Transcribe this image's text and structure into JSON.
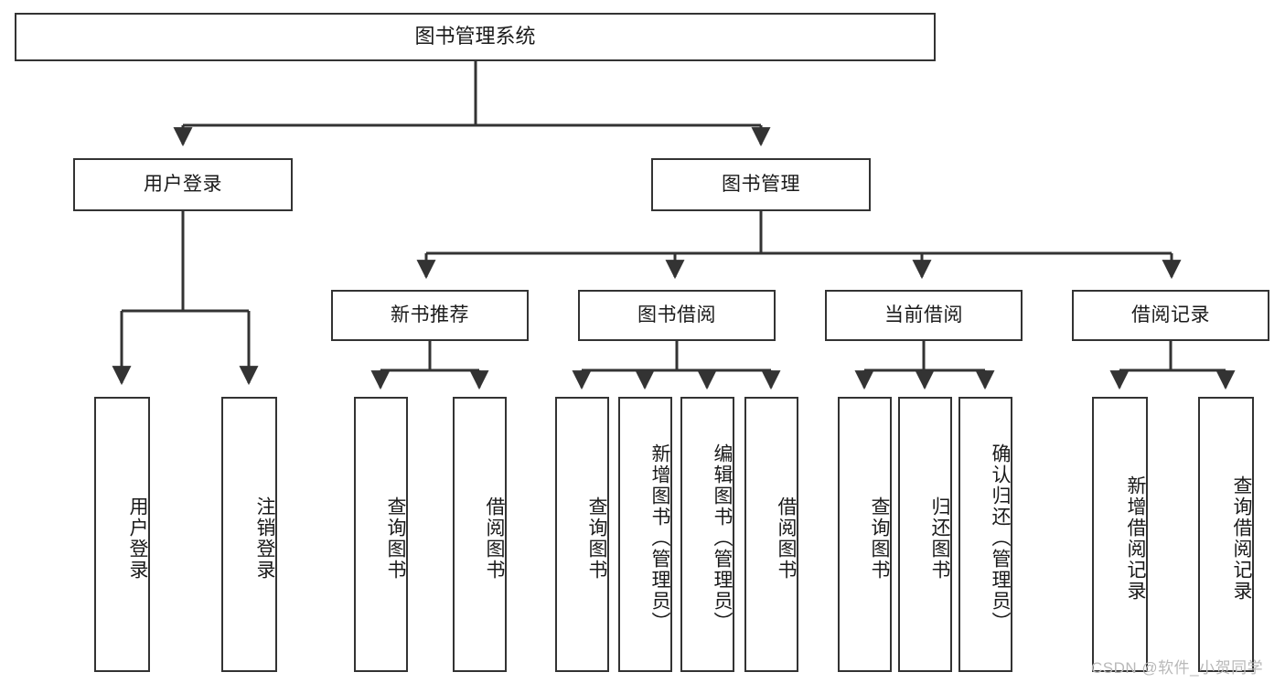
{
  "diagram": {
    "type": "tree-hierarchy",
    "title": "图书管理系统",
    "orientation": "top-down",
    "nodes": {
      "root": {
        "label": "图书管理系统",
        "level": 0
      },
      "user_login": {
        "label": "用户登录",
        "level": 1
      },
      "book_manage": {
        "label": "图书管理",
        "level": 1
      },
      "new_book_rec": {
        "label": "新书推荐",
        "level": 2
      },
      "book_borrow": {
        "label": "图书借阅",
        "level": 2
      },
      "current_borrow": {
        "label": "当前借阅",
        "level": 2
      },
      "borrow_record": {
        "label": "借阅记录",
        "level": 2
      },
      "leaf_user_login": {
        "label": "用户登录",
        "level": 2
      },
      "leaf_user_logout": {
        "label": "注销登录",
        "level": 2
      },
      "leaf_query_book_1": {
        "label": "查询图书",
        "level": 3
      },
      "leaf_borrow_book_1": {
        "label": "借阅图书",
        "level": 3
      },
      "leaf_query_book_2": {
        "label": "查询图书",
        "level": 3
      },
      "leaf_add_book": {
        "label": "新增图书（管理员）",
        "level": 3
      },
      "leaf_edit_book": {
        "label": "编辑图书（管理员）",
        "level": 3
      },
      "leaf_borrow_book_2": {
        "label": "借阅图书",
        "level": 3
      },
      "leaf_query_book_3": {
        "label": "查询图书",
        "level": 3
      },
      "leaf_return_book": {
        "label": "归还图书",
        "level": 3
      },
      "leaf_confirm_return": {
        "label": "确认归还（管理员）",
        "level": 3
      },
      "leaf_add_record": {
        "label": "新增借阅记录",
        "level": 3
      },
      "leaf_query_record": {
        "label": "查询借阅记录",
        "level": 3
      }
    },
    "edges": [
      {
        "from": "root",
        "to": "user_login"
      },
      {
        "from": "root",
        "to": "book_manage"
      },
      {
        "from": "user_login",
        "to": "leaf_user_login"
      },
      {
        "from": "user_login",
        "to": "leaf_user_logout"
      },
      {
        "from": "book_manage",
        "to": "new_book_rec"
      },
      {
        "from": "book_manage",
        "to": "book_borrow"
      },
      {
        "from": "book_manage",
        "to": "current_borrow"
      },
      {
        "from": "book_manage",
        "to": "borrow_record"
      },
      {
        "from": "new_book_rec",
        "to": "leaf_query_book_1"
      },
      {
        "from": "new_book_rec",
        "to": "leaf_borrow_book_1"
      },
      {
        "from": "book_borrow",
        "to": "leaf_query_book_2"
      },
      {
        "from": "book_borrow",
        "to": "leaf_add_book"
      },
      {
        "from": "book_borrow",
        "to": "leaf_edit_book"
      },
      {
        "from": "book_borrow",
        "to": "leaf_borrow_book_2"
      },
      {
        "from": "current_borrow",
        "to": "leaf_query_book_3"
      },
      {
        "from": "current_borrow",
        "to": "leaf_return_book"
      },
      {
        "from": "current_borrow",
        "to": "leaf_confirm_return"
      },
      {
        "from": "borrow_record",
        "to": "leaf_add_record"
      },
      {
        "from": "borrow_record",
        "to": "leaf_query_record"
      }
    ],
    "colors": {
      "border": "#333333",
      "background": "#ffffff",
      "text": "#1a1a1a",
      "watermark": "#b9b9b9"
    }
  },
  "watermark": {
    "text": "CSDN @软件_小贺同学"
  }
}
